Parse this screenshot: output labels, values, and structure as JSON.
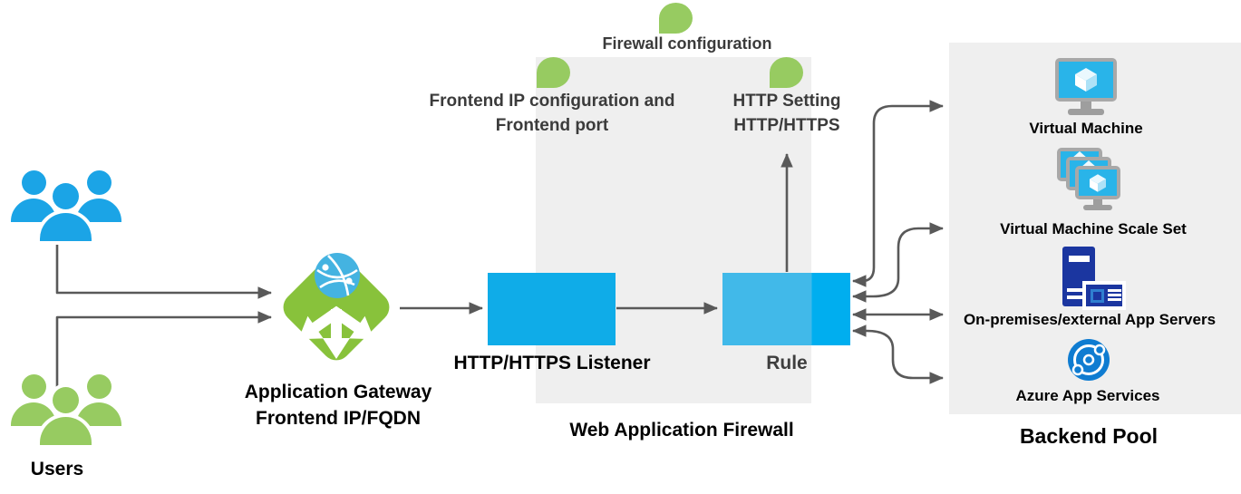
{
  "users": {
    "label": "Users"
  },
  "gateway": {
    "line1": "Application Gateway",
    "line2": "Frontend IP/FQDN"
  },
  "listener": {
    "label": "HTTP/HTTPS Listener"
  },
  "rule": {
    "label": "Rule"
  },
  "waf": {
    "label": "Web Application Firewall"
  },
  "annotations": {
    "firewall_config": "Firewall configuration",
    "frontend_line1": "Frontend IP configuration and",
    "frontend_line2": "Frontend port",
    "http_setting_line1": "HTTP Setting",
    "http_setting_line2": "HTTP/HTTPS"
  },
  "backend_pool": {
    "label": "Backend Pool",
    "items": [
      {
        "label": "Virtual Machine",
        "icon": "virtual-machine-icon"
      },
      {
        "label": "Virtual Machine Scale Set",
        "icon": "virtual-machine-scale-set-icon"
      },
      {
        "label": "On-premises/external App Servers",
        "icon": "on-premises-app-server-icon"
      },
      {
        "label": "Azure App Services",
        "icon": "azure-app-services-icon"
      }
    ]
  },
  "colors": {
    "process_blue": "#00AEEF",
    "process_blue_faded": "#41B9E9",
    "users_blue": "#1BA4E6",
    "green": "#97CB61",
    "gateway_green": "#88C23B",
    "arrow_gray": "#595959",
    "panel_gray": "#EFEFEF",
    "server_navy": "#1B36A0",
    "app_service_blue": "#0F7CD1"
  }
}
